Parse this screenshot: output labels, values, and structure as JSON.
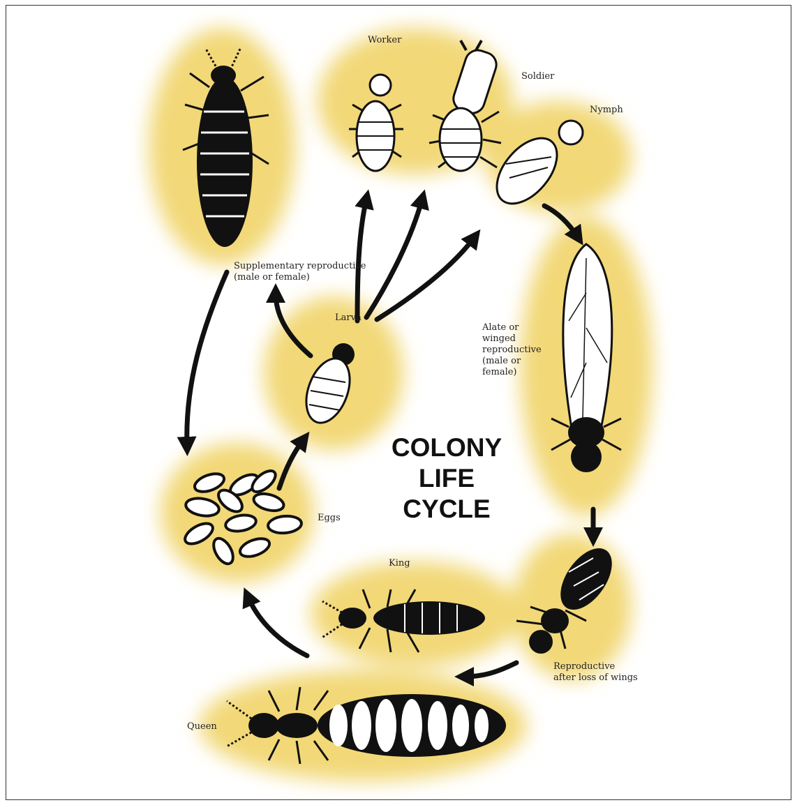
{
  "title": {
    "line1": "COLONY",
    "line2": "LIFE",
    "line3": "CYCLE"
  },
  "labels": {
    "worker": "Worker",
    "soldier": "Soldier",
    "nymph": "Nymph",
    "supplementary": "Supplementary reproductive\n(male or female)",
    "larva": "Larva",
    "alate": "Alate or\nwinged\nreproductive\n(male or\nfemale)",
    "eggs": "Eggs",
    "king": "King",
    "reproductive": "Reproductive\nafter loss of wings",
    "queen": "Queen"
  },
  "colors": {
    "blob": "#f2d877",
    "ink": "#111111",
    "paper": "#ffffff"
  }
}
